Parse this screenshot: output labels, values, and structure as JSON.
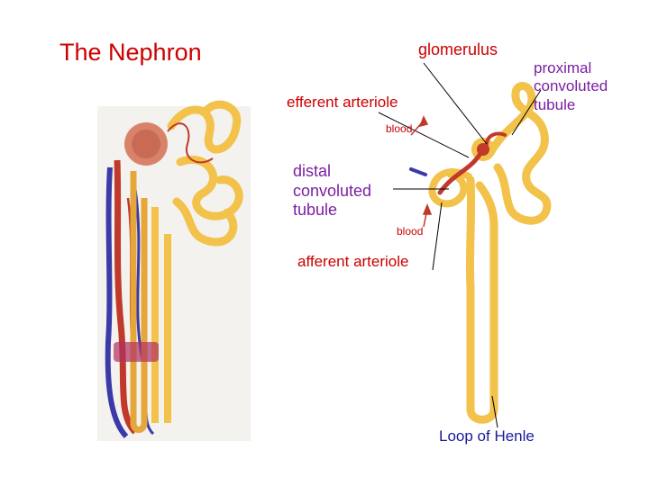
{
  "title": "The Nephron",
  "labels": {
    "glomerulus": "glomerulus",
    "proximal_convoluted_tubule": "proximal\nconvoluted\ntubule",
    "efferent_arteriole": "efferent arteriole",
    "blood_top": "blood",
    "distal_convoluted_tubule": "distal\nconvoluted\ntubule",
    "blood_bottom": "blood",
    "afferent_arteriole": "afferent arteriole",
    "loop_of_henle": "Loop of Henle"
  },
  "colors": {
    "title": "#cc0000",
    "red_labels": "#cc0000",
    "purple_labels": "#7b1fa2",
    "loop_label": "#1a1aa0",
    "tubule": "#f2c24a",
    "artery": "#c0392b",
    "vein": "#3a3aa8"
  }
}
